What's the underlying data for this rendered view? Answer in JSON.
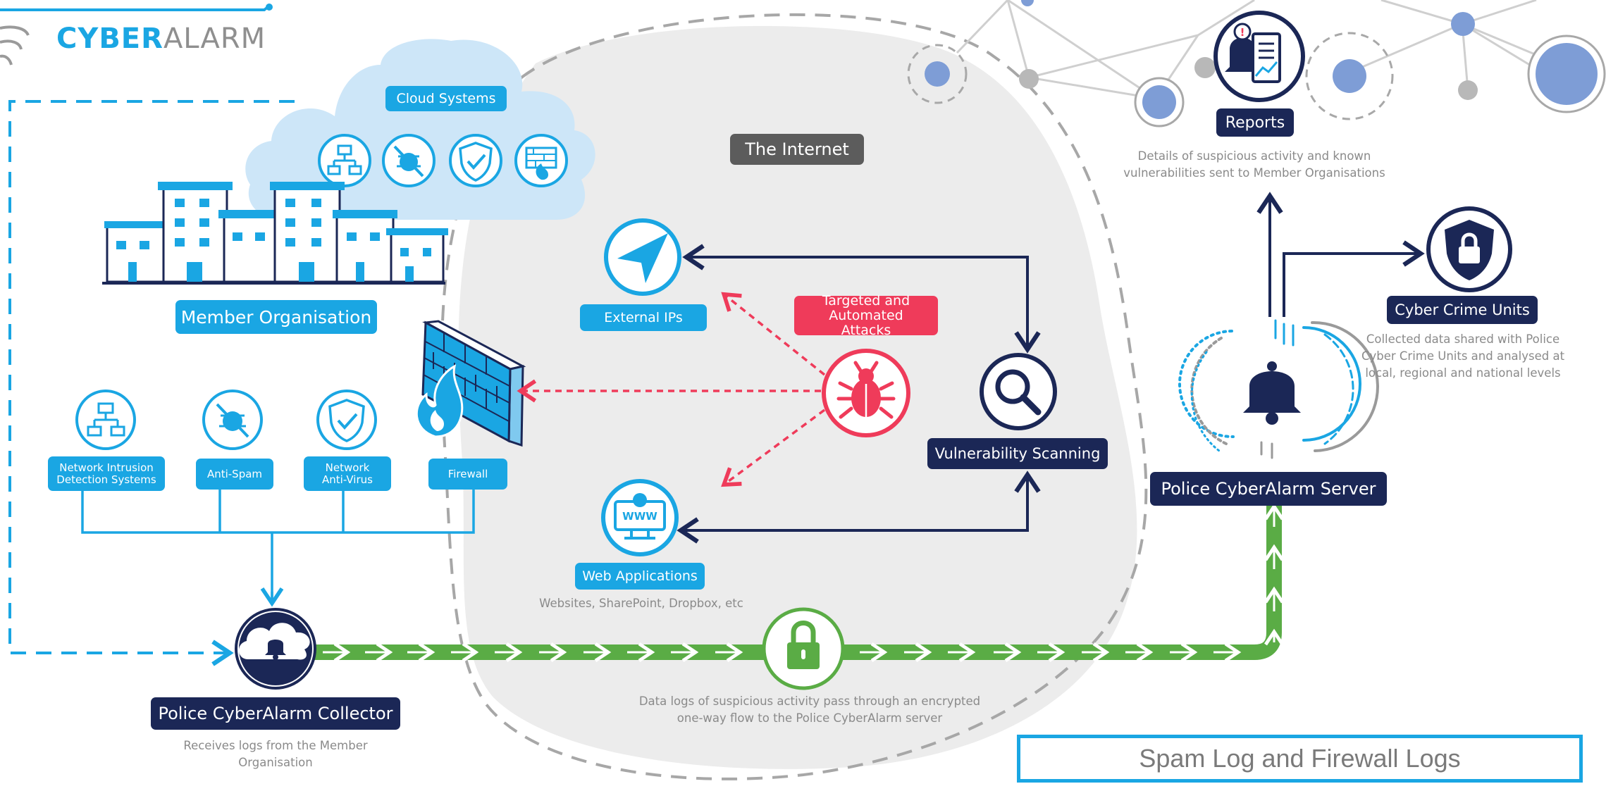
{
  "brand": {
    "strong": "CYBER",
    "light": "ALARM"
  },
  "cloud": {
    "label": "Cloud Systems"
  },
  "internet": {
    "label": "The Internet"
  },
  "member_org": {
    "label": "Member Organisation"
  },
  "security_tools": {
    "nids": "Network Intrusion Detection Systems",
    "antispam": "Anti-Spam",
    "antivirus": "Network Anti-Virus",
    "firewall": "Firewall"
  },
  "external_ips": {
    "label": "External IPs"
  },
  "attacks": {
    "label": "Targeted and Automated Attacks"
  },
  "vuln_scan": {
    "label": "Vulnerability Scanning"
  },
  "web_apps": {
    "label": "Web Applications",
    "desc": "Websites, SharePoint, Dropbox, etc"
  },
  "collector": {
    "label": "Police CyberAlarm Collector",
    "desc": "Receives logs from the Member Organisation"
  },
  "flow": {
    "desc": "Data logs of suspicious activity pass through an encrypted one-way flow to the Police CyberAlarm server"
  },
  "server": {
    "label": "Police CyberAlarm Server"
  },
  "reports": {
    "label": "Reports",
    "desc": "Details of suspicious activity and known vulnerabilities sent to Member Organisations"
  },
  "crime_units": {
    "label": "Cyber Crime Units",
    "desc": "Collected data shared with Police Cyber Crime Units and analysed at local, regional and national levels"
  },
  "caption": "Spam Log and Firewall Logs",
  "colors": {
    "cyan": "#1aa6e3",
    "navy": "#1b2756",
    "green": "#5aac45",
    "red": "#ef3b5a",
    "gray_label": "#5c5c5c"
  },
  "icons": [
    "network-icon",
    "anti-spam-icon",
    "antivirus-shield-icon",
    "firewall-icon",
    "location-arrow-icon",
    "bug-icon",
    "magnifier-icon",
    "www-icon",
    "cloud-bell-icon",
    "padlock-icon",
    "bell-icon",
    "reports-icon",
    "shield-lock-icon",
    "building-icon"
  ]
}
